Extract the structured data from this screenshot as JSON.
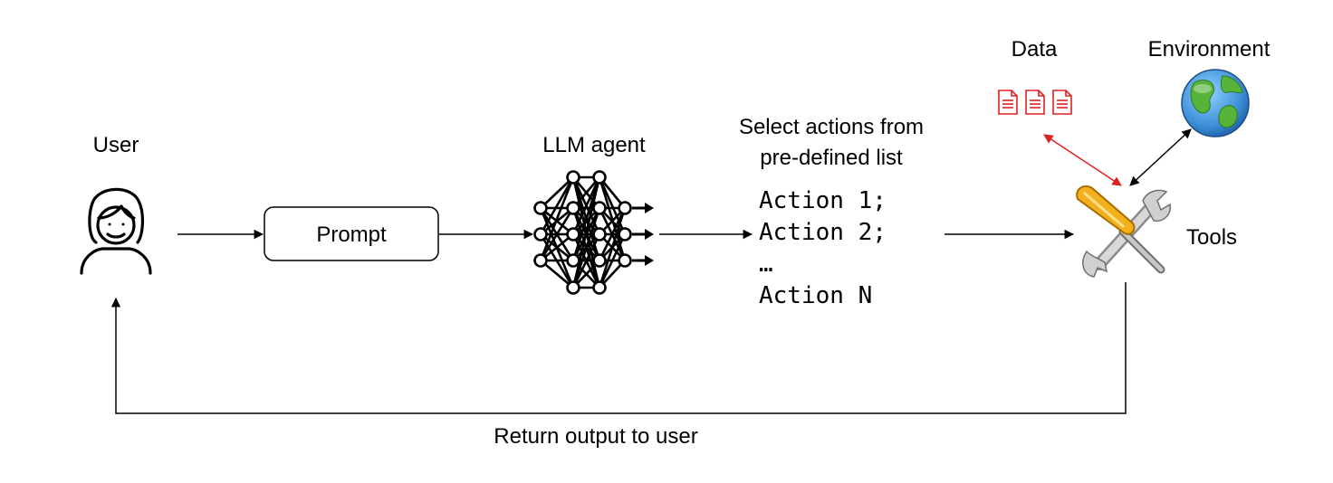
{
  "labels": {
    "user": "User",
    "prompt": "Prompt",
    "llm_agent": "LLM agent",
    "select_line1": "Select actions from",
    "select_line2": "pre-defined list",
    "tools": "Tools",
    "data": "Data",
    "environment": "Environment",
    "return": "Return output to user"
  },
  "actions": [
    "Action 1;",
    "Action 2;",
    "…",
    "Action N"
  ],
  "icons": {
    "user": "person-icon",
    "agent": "neural-network-icon",
    "tools": "wrench-screwdriver-icon",
    "data": "document-icon",
    "environment": "globe-icon"
  },
  "colors": {
    "line": "#000000",
    "data_accent": "#e02020",
    "tool_handle": "#f2b01e",
    "globe_ocean": "#3d8fd6",
    "globe_land": "#58b33a"
  }
}
